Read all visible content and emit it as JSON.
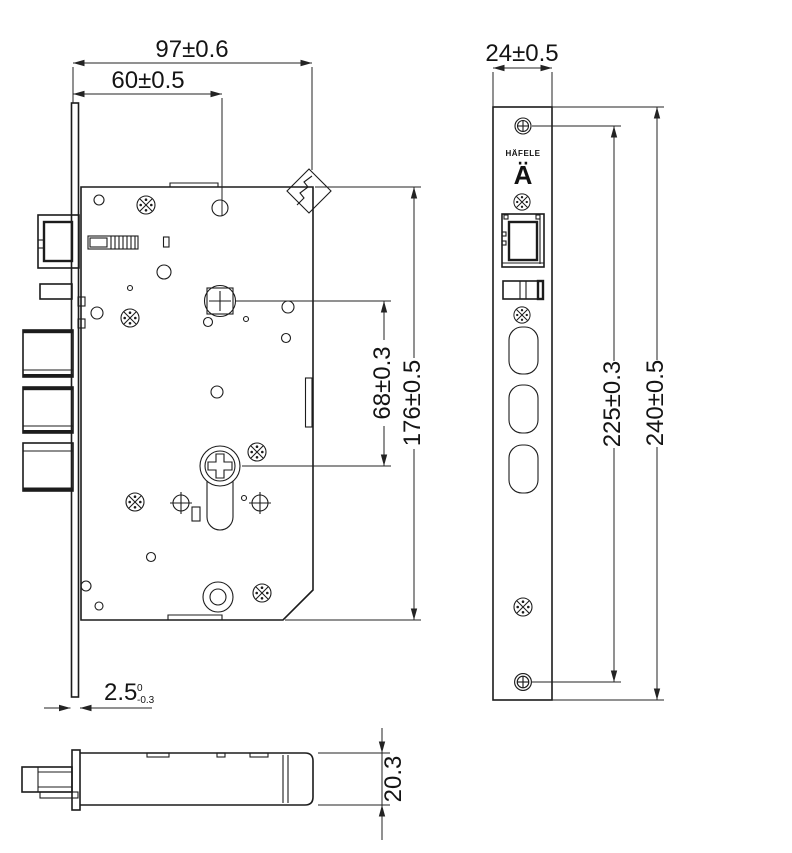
{
  "drawing": {
    "brand": {
      "wordmark": "HÄFELE",
      "monogram": "Ä"
    },
    "dims": {
      "body_width": "97±0.6",
      "backset": "60±0.5",
      "spindle_to_cylinder": "68±0.3",
      "case_height": "176±0.5",
      "faceplate_thickness": "2.5",
      "faceplate_thickness_upper_tol": "0",
      "faceplate_thickness_lower_tol": "-0.3",
      "faceplate_width": "24±0.5",
      "screw_hole_distance": "225±0.3",
      "faceplate_height": "240±0.5",
      "case_depth": "20.3"
    }
  }
}
